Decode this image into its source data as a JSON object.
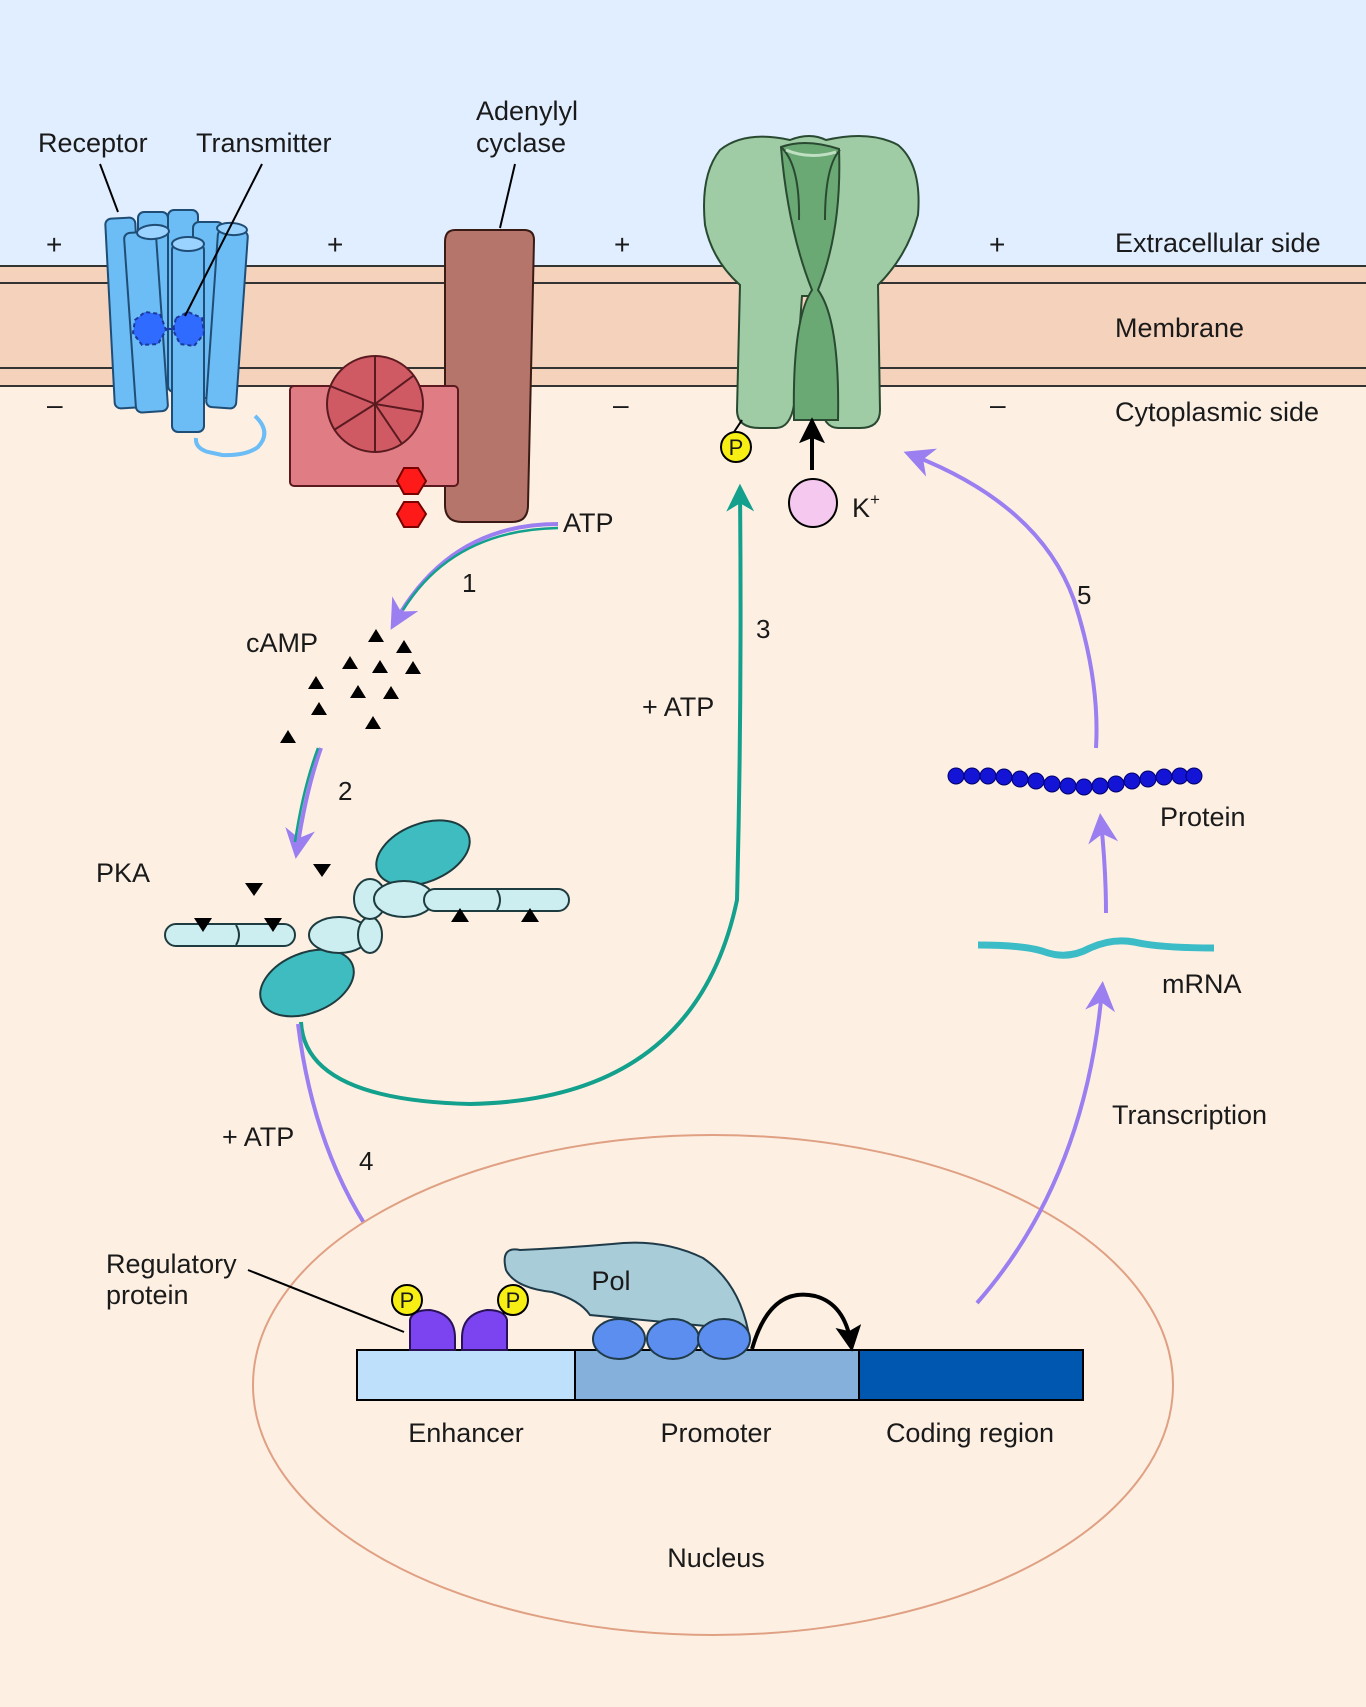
{
  "labels": {
    "receptor": "Receptor",
    "transmitter": "Transmitter",
    "adenylyl_line1": "Adenylyl",
    "adenylyl_line2": "cyclase",
    "extracellular": "Extracellular side",
    "membrane": "Membrane",
    "cytoplasmic": "Cytoplasmic side",
    "atp": "ATP",
    "camp": "cAMP",
    "pka": "PKA",
    "plus_atp_3": "+ ATP",
    "plus_atp_4": "+ ATP",
    "potassium": "K",
    "potassium_sup": "+",
    "protein": "Protein",
    "mrna": "mRNA",
    "transcription": "Transcription",
    "regulatory_line1": "Regulatory",
    "regulatory_line2": "protein",
    "pol": "Pol",
    "enhancer": "Enhancer",
    "promoter": "Promoter",
    "coding_region": "Coding region",
    "nucleus": "Nucleus",
    "phospho": "P",
    "plus_sign": "+",
    "minus_sign": "–"
  },
  "steps": [
    "1",
    "2",
    "3",
    "4",
    "5"
  ],
  "colors": {
    "extracellular": "#e0eeff",
    "cytoplasm": "#fdf0e3",
    "membrane": "#f5d2bc",
    "receptor": "#6cbcf5",
    "adenylyl_cyclase": "#b5756a",
    "g_protein": "#e07d84",
    "channel": "#9fcba5",
    "channel_pore": "#6aa874",
    "pka_catalytic": "#3fbcbf",
    "pka_regulatory": "#cdeef0",
    "arrow_purple": "#9b7ff0",
    "arrow_teal": "#13a08c",
    "phospho": "#f7ee14",
    "protein_beads": "#1414d6",
    "mrna": "#3cbcc6",
    "enhancer": "#bfe0fa",
    "promoter": "#86b0dc",
    "coding": "#0057b0",
    "regulatory_protein": "#7b44f0",
    "pol": "#a8ccd8",
    "pol_subunits": "#5c8ef0"
  }
}
